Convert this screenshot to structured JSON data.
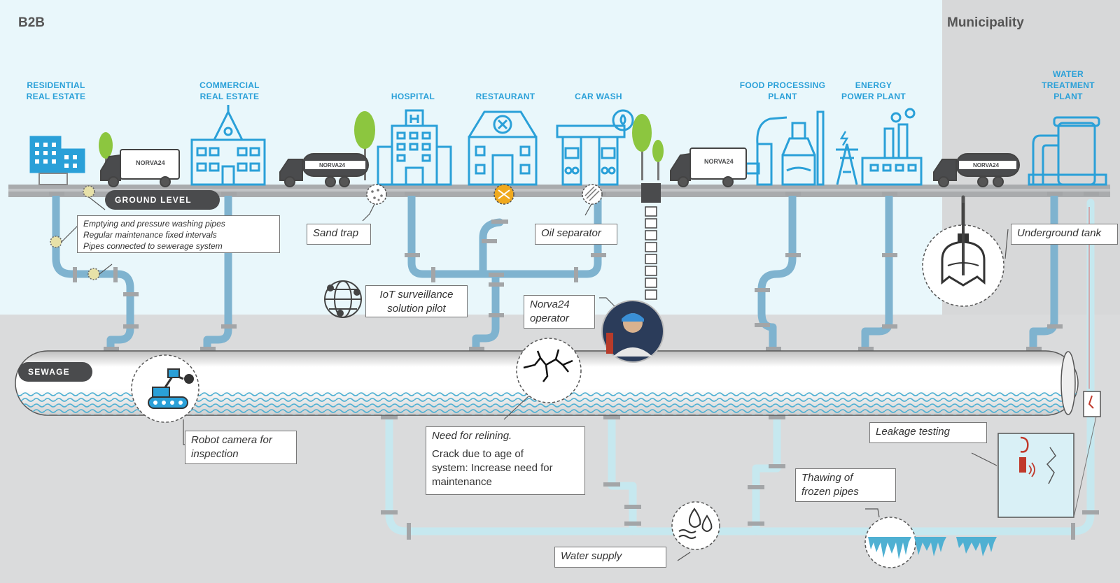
{
  "regions": {
    "b2b": "B2B",
    "municipality": "Municipality"
  },
  "buildings": {
    "residential": [
      "RESIDENTIAL",
      "REAL ESTATE"
    ],
    "commercial": [
      "COMMERCIAL",
      "REAL ESTATE"
    ],
    "hospital": "HOSPITAL",
    "restaurant": "RESTAURANT",
    "car_wash": "CAR WASH",
    "food_processing": [
      "FOOD PROCESSING",
      "PLANT"
    ],
    "energy": [
      "ENERGY",
      "POWER PLANT"
    ],
    "water_treatment": [
      "WATER",
      "TREATMENT",
      "PLANT"
    ]
  },
  "labels": {
    "ground_level": "GROUND LEVEL",
    "sewage": "SEWAGE",
    "truck_logo": "NORVA24"
  },
  "callouts": {
    "residential_services": [
      "Emptying and pressure washing pipes",
      "Regular maintenance fixed intervals",
      "Pipes connected to sewerage system"
    ],
    "sand_trap": "Sand trap",
    "oil_separator": "Oil separator",
    "iot": [
      "IoT surveillance",
      "solution pilot"
    ],
    "operator": [
      "Norva24",
      "operator"
    ],
    "underground_tank": "Underground tank",
    "robot": [
      "Robot camera for",
      "inspection"
    ],
    "relining_title": "Need for relining.",
    "relining_body": [
      "Crack due to age of",
      "system: Increase need for",
      "maintenance"
    ],
    "leakage": "Leakage testing",
    "thawing": [
      "Thawing of",
      "frozen pipes"
    ],
    "water_supply": "Water supply"
  },
  "colors": {
    "sky": "#e9f7fb",
    "ground": "#dadbdc",
    "road": "#a9abad",
    "sewer_pipe": "#7fb3cf",
    "water_pipe": "#c6e8ef",
    "icon_blue": "#2aa0d8",
    "tree": "#8cc63f",
    "water_wave": "#4fb0d2"
  },
  "icons": [
    "robot-camera-icon",
    "crack-icon",
    "water-drops-icon",
    "icicles-icon",
    "globe-network-icon",
    "operator-photo",
    "underground-tank-icon",
    "leak-detector-icon"
  ]
}
